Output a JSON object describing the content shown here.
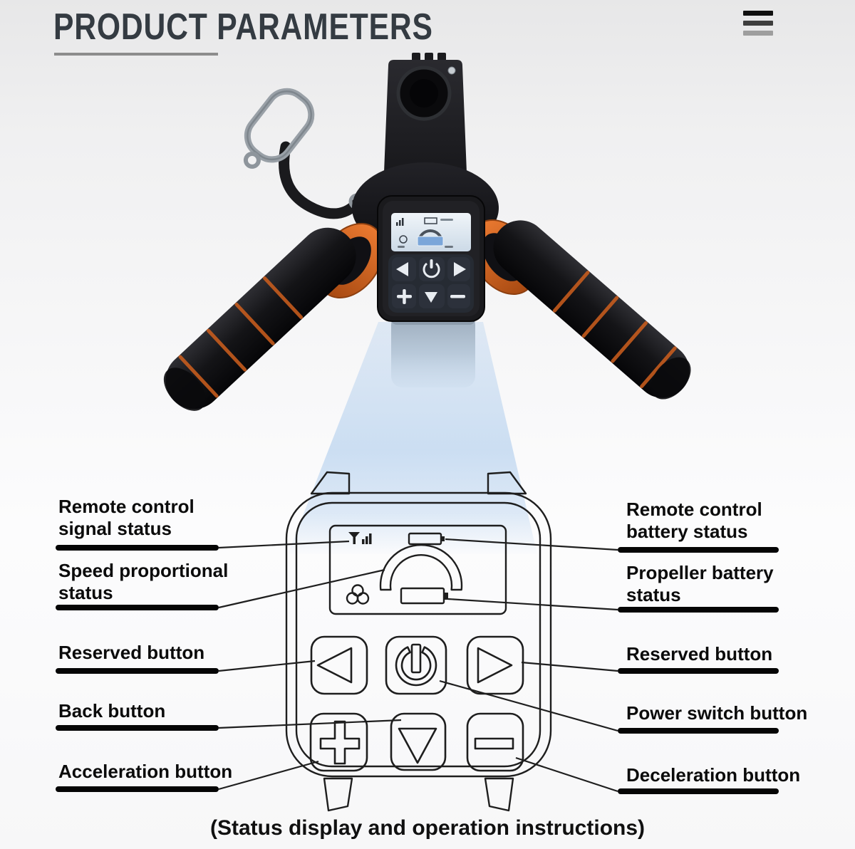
{
  "header": {
    "title": "PRODUCT PARAMETERS"
  },
  "menu": {
    "icon": "hamburger-menu"
  },
  "labels": {
    "left": [
      {
        "text": "Remote control\nsignal status"
      },
      {
        "text": "Speed proportional\nstatus"
      },
      {
        "text": "Reserved button"
      },
      {
        "text": "Back button"
      },
      {
        "text": "Acceleration button"
      }
    ],
    "right": [
      {
        "text": "Remote control\nbattery status"
      },
      {
        "text": "Propeller battery\nstatus"
      },
      {
        "text": "Reserved button"
      },
      {
        "text": "Power switch button"
      },
      {
        "text": "Deceleration button"
      }
    ]
  },
  "caption": "(Status display and operation instructions)",
  "colors": {
    "accent_orange": "#d2601c",
    "beam_blue": "#c9dcf1",
    "title_ink": "#343b42",
    "label_ink": "#0b0b0b",
    "line_ink": "#1e1e1e"
  },
  "icons": {
    "menu": "hamburger-menu-icon",
    "signal": "signal-strength-icon",
    "remote_battery": "battery-icon",
    "gauge": "speed-gauge-arc",
    "propeller": "propeller-icon",
    "propeller_battery": "battery-icon",
    "left_button": "left-arrow-icon",
    "power_button": "power-icon",
    "right_button": "right-arrow-icon",
    "plus_button": "plus-icon",
    "down_button": "down-arrow-icon",
    "minus_button": "minus-icon"
  }
}
